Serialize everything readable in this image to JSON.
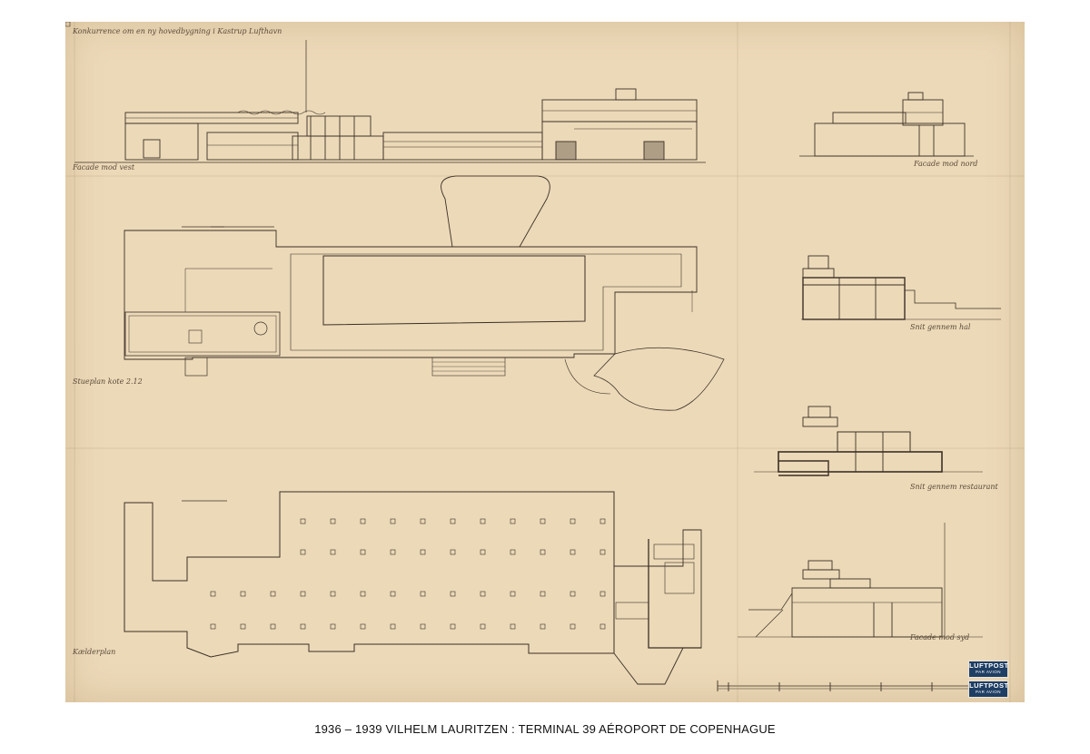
{
  "sheet": {
    "title_note": "Konkurrence om en ny hovedbygning i Kastrup Lufthavn",
    "labels": {
      "elev_west": "Facade mod vest",
      "elev_north": "Facade mod nord",
      "section_a": "Snit gennem hal",
      "section_b": "Snit gennem restaurant",
      "section_c": "Facade mod syd",
      "ground_plan": "Stueplan kote 2.12",
      "basement_plan": "Kælderplan"
    },
    "stamps": [
      {
        "line1": "LUFTPOST",
        "line2": "PAR AVION"
      },
      {
        "line1": "LUFTPOST",
        "line2": "PAR AVION"
      }
    ],
    "colors": {
      "paper": "#ecd9b8",
      "ink": "#3b3026",
      "stamp": "#1f3e63"
    }
  },
  "caption": "1936 – 1939  VILHELM  LAURITZEN : TERMINAL 39 AÉROPORT DE COPENHAGUE"
}
